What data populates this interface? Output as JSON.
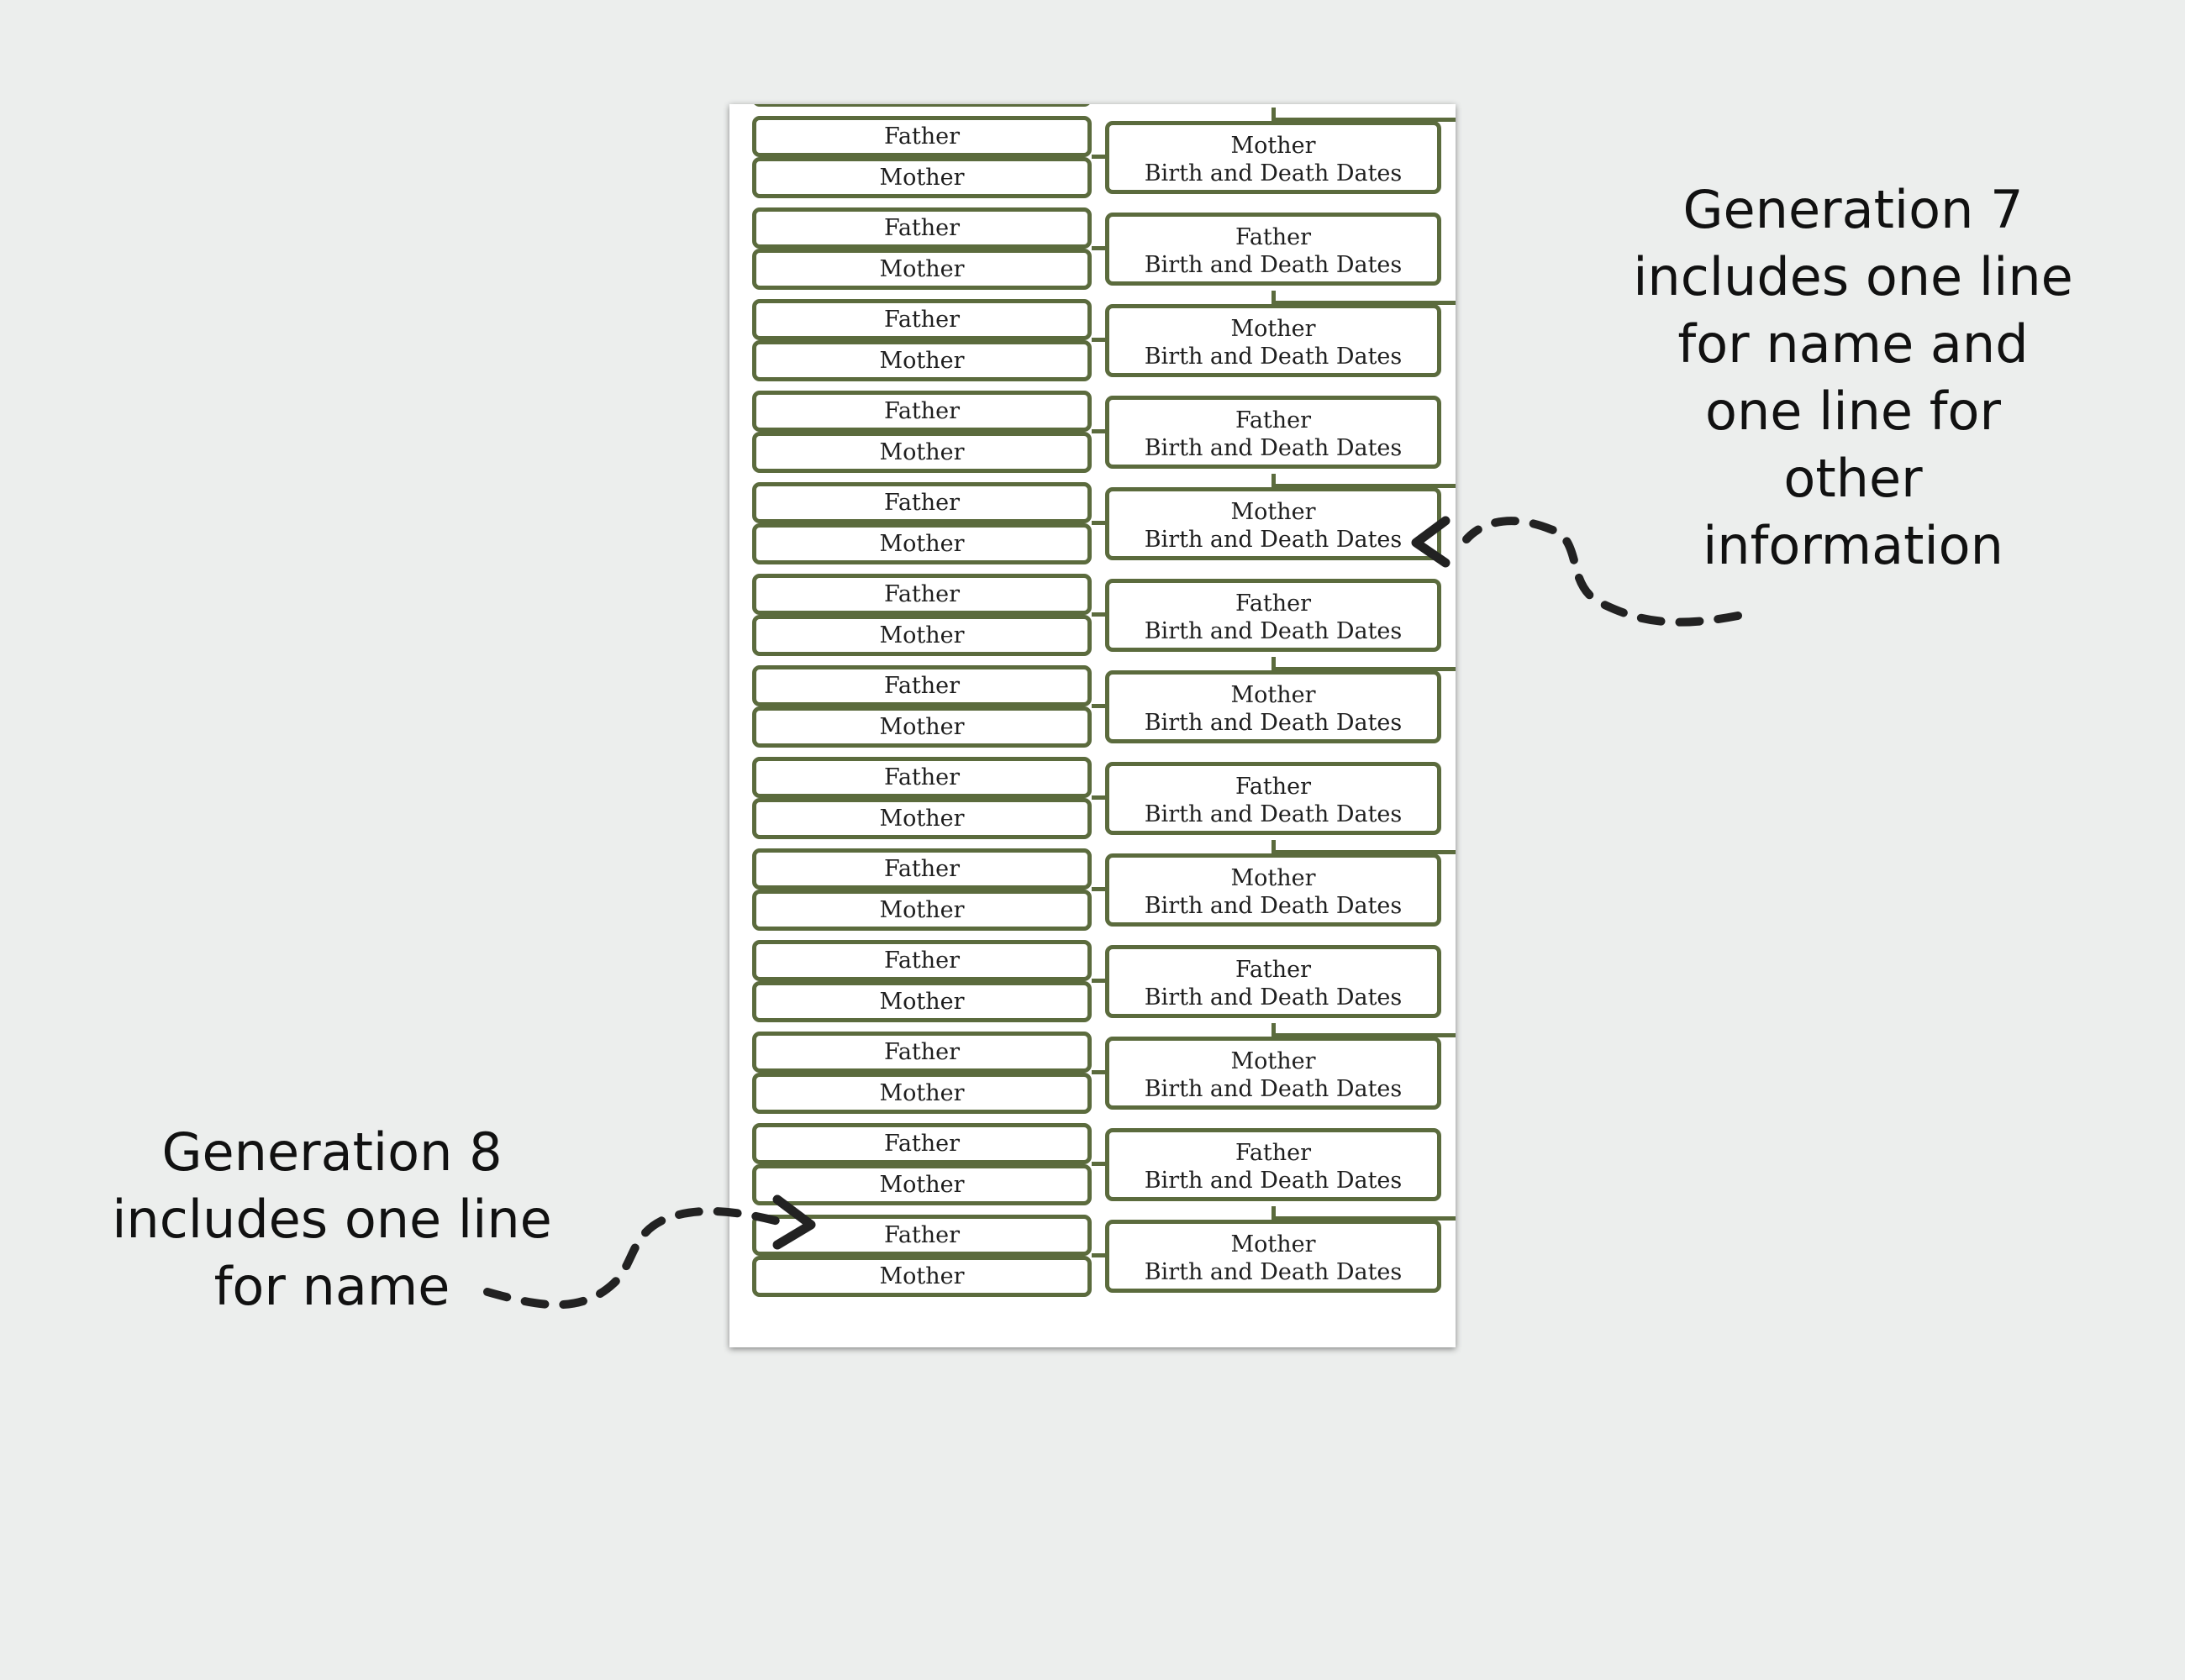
{
  "sheet": {
    "pairs": [
      {
        "gen8": [
          "Father",
          "Mother"
        ],
        "gen7": {
          "name": "Mother",
          "info": "Birth and Death Dates"
        }
      },
      {
        "gen8": [
          "Father",
          "Mother"
        ],
        "gen7": {
          "name": "Father",
          "info": "Birth and Death Dates"
        }
      },
      {
        "gen8": [
          "Father",
          "Mother"
        ],
        "gen7": {
          "name": "Mother",
          "info": "Birth and Death Dates"
        }
      },
      {
        "gen8": [
          "Father",
          "Mother"
        ],
        "gen7": {
          "name": "Father",
          "info": "Birth and Death Dates"
        }
      },
      {
        "gen8": [
          "Father",
          "Mother"
        ],
        "gen7": {
          "name": "Mother",
          "info": "Birth and Death Dates"
        }
      },
      {
        "gen8": [
          "Father",
          "Mother"
        ],
        "gen7": {
          "name": "Father",
          "info": "Birth and Death Dates"
        }
      },
      {
        "gen8": [
          "Father",
          "Mother"
        ],
        "gen7": {
          "name": "Mother",
          "info": "Birth and Death Dates"
        }
      },
      {
        "gen8": [
          "Father",
          "Mother"
        ],
        "gen7": {
          "name": "Father",
          "info": "Birth and Death Dates"
        }
      },
      {
        "gen8": [
          "Father",
          "Mother"
        ],
        "gen7": {
          "name": "Mother",
          "info": "Birth and Death Dates"
        }
      },
      {
        "gen8": [
          "Father",
          "Mother"
        ],
        "gen7": {
          "name": "Father",
          "info": "Birth and Death Dates"
        }
      },
      {
        "gen8": [
          "Father",
          "Mother"
        ],
        "gen7": {
          "name": "Mother",
          "info": "Birth and Death Dates"
        }
      },
      {
        "gen8": [
          "Father",
          "Mother"
        ],
        "gen7": {
          "name": "Father",
          "info": "Birth and Death Dates"
        }
      },
      {
        "gen8": [
          "Father",
          "Mother"
        ],
        "gen7": {
          "name": "Mother",
          "info": "Birth and Death Dates"
        }
      }
    ]
  },
  "annotations": {
    "generation7": [
      "Generation 7",
      "includes one line",
      "for name and",
      "one line for",
      "other",
      "information"
    ],
    "generation8": [
      "Generation 8",
      "includes one line",
      "for name"
    ]
  },
  "colors": {
    "background": "#eceeed",
    "box_border": "#5b6b3d",
    "arrow": "#222222"
  }
}
